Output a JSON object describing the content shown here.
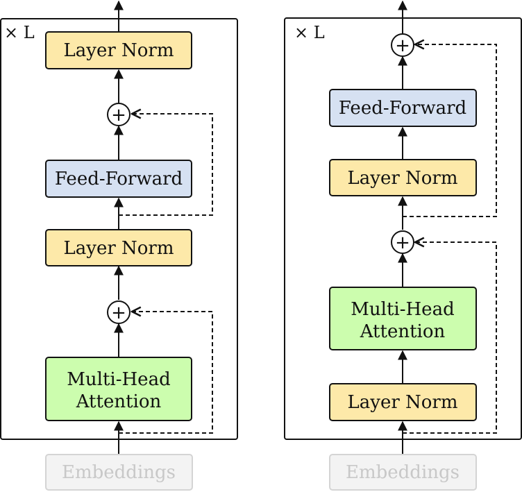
{
  "colors": {
    "layer_norm": "#fde9a9",
    "feed_forward": "#d6e1f2",
    "attention": "#ccfdae",
    "embeddings_fill": "#f3f3f3",
    "embeddings_stroke": "#d4d4d4",
    "embeddings_text": "#c8c8c8",
    "stroke": "#111111"
  },
  "post_ln": {
    "repeat_label": "× L",
    "top_norm": "Layer Norm",
    "feed_forward": "Feed-Forward",
    "mid_norm": "Layer Norm",
    "attention_line1": "Multi-Head",
    "attention_line2": "Attention",
    "embeddings": "Embeddings"
  },
  "pre_ln": {
    "repeat_label": "× L",
    "feed_forward": "Feed-Forward",
    "upper_norm": "Layer Norm",
    "attention_line1": "Multi-Head",
    "attention_line2": "Attention",
    "lower_norm": "Layer Norm",
    "embeddings": "Embeddings"
  },
  "adder_symbol": "+"
}
